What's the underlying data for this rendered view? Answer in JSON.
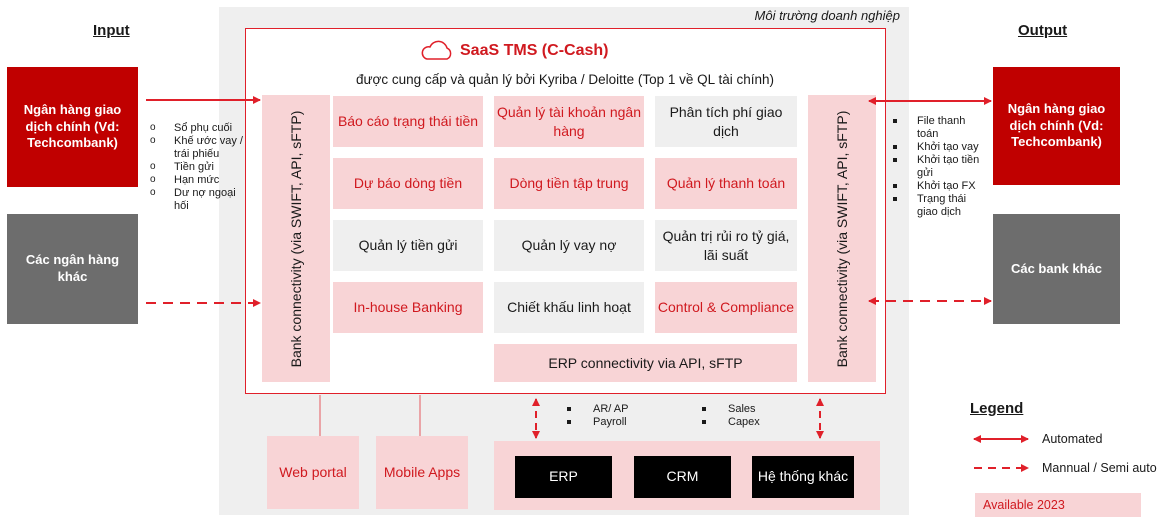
{
  "environment_label": "Môi trường doanh nghiệp",
  "input": {
    "header": "Input",
    "main_bank": "Ngân hàng giao dịch chính (Vd: Techcombank)",
    "other_banks": "Các ngân hàng khác",
    "items": [
      "Sổ phụ cuối",
      "Khế ước vay / trái phiếu",
      "Tiền gửi",
      "Hạn mức",
      "Dư nợ ngoại hối"
    ]
  },
  "output": {
    "header": "Output",
    "main_bank": "Ngân hàng giao dịch chính (Vd: Techcombank)",
    "other_banks": "Các bank khác",
    "items": [
      "File thanh toán",
      "Khởi tạo vay",
      "Khởi tạo tiền gửi",
      "Khởi tạo FX",
      "Trạng thái giao dịch"
    ]
  },
  "tms": {
    "title": "SaaS TMS (C-Cash)",
    "subtitle": "được cung cấp và quản lý bởi Kyriba / Deloitte (Top 1 về QL tài chính)",
    "bank_connectivity_left": "Bank connectivity (via SWIFT, API, sFTP)",
    "bank_connectivity_right": "Bank connectivity (via SWIFT, API, sFTP)",
    "modules": [
      {
        "label": "Báo cáo trạng thái tiền",
        "style": "pink"
      },
      {
        "label": "Quản lý tài khoản ngân hàng",
        "style": "pink"
      },
      {
        "label": "Phân tích phí giao dịch",
        "style": "grey"
      },
      {
        "label": "Dự báo dòng tiền",
        "style": "pink"
      },
      {
        "label": "Dòng tiền tập trung",
        "style": "pink"
      },
      {
        "label": "Quản lý thanh toán",
        "style": "pink"
      },
      {
        "label": "Quản lý tiền gửi",
        "style": "grey"
      },
      {
        "label": "Quản lý vay nợ",
        "style": "grey"
      },
      {
        "label": "Quản trị rủi ro tỷ giá, lãi suất",
        "style": "grey"
      },
      {
        "label": "In-house Banking",
        "style": "pink"
      },
      {
        "label": "Chiết khấu linh hoạt",
        "style": "grey"
      },
      {
        "label": "Control & Compliance",
        "style": "pink"
      }
    ],
    "erp_connectivity": "ERP connectivity via API, sFTP"
  },
  "bottom": {
    "web_portal": "Web portal",
    "mobile_apps": "Mobile Apps",
    "data_items_left": [
      "AR/ AP",
      "Payroll"
    ],
    "data_items_right": [
      "Sales",
      "Capex"
    ],
    "systems": [
      "ERP",
      "CRM",
      "Hệ thống khác"
    ]
  },
  "legend": {
    "title": "Legend",
    "automated": "Automated",
    "manual": "Mannual / Semi auto",
    "available": "Available 2023"
  },
  "colors": {
    "red": "#e0202a",
    "dark_red": "#c00000",
    "pink": "#f8d4d6",
    "grey_box": "#6d6d6d",
    "light_grey": "#efefef"
  }
}
